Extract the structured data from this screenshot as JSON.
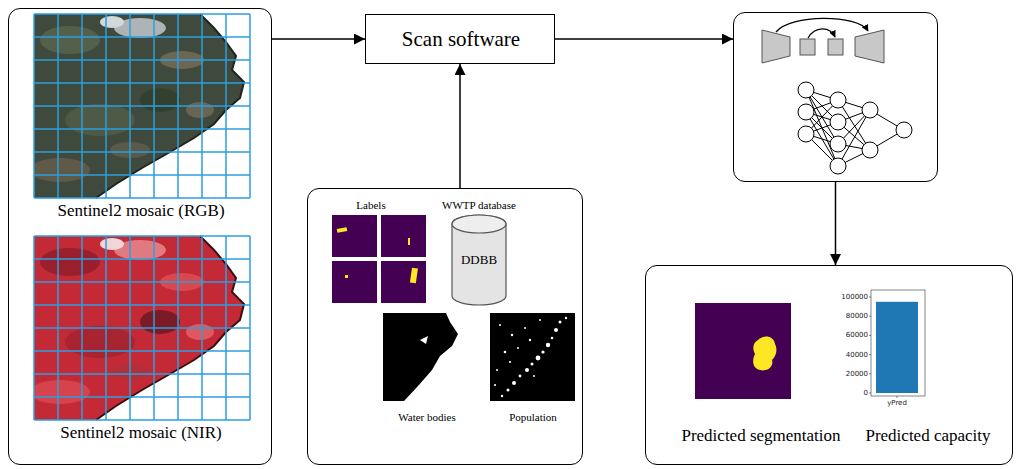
{
  "diagram": {
    "nodes": [
      {
        "text": [
          "Sentinel2 mosaic (RGB)",
          "Sentinel2 mosaic (NIR)"
        ]
      },
      {
        "text": [
          "Scan software"
        ]
      },
      {
        "text": []
      },
      {
        "text": [
          "Labels",
          "WWTP database",
          "Water bodies",
          "Population"
        ]
      },
      {
        "text": [
          "DDBB"
        ],
        "in": 3
      },
      {
        "text": [
          "Predicted segmentation",
          "Predicted capacity"
        ]
      }
    ],
    "edges": [
      {
        "from": 0,
        "to": 1,
        "arrow": "to"
      },
      {
        "from": 3,
        "to": 1,
        "arrow": "to"
      },
      {
        "from": 1,
        "to": 2,
        "arrow": "to"
      },
      {
        "from": 2,
        "to": 5,
        "arrow": "to"
      }
    ],
    "labels": [
      "100000",
      "80000",
      "60000",
      "40000",
      "20000",
      "0",
      "yPred"
    ]
  }
}
